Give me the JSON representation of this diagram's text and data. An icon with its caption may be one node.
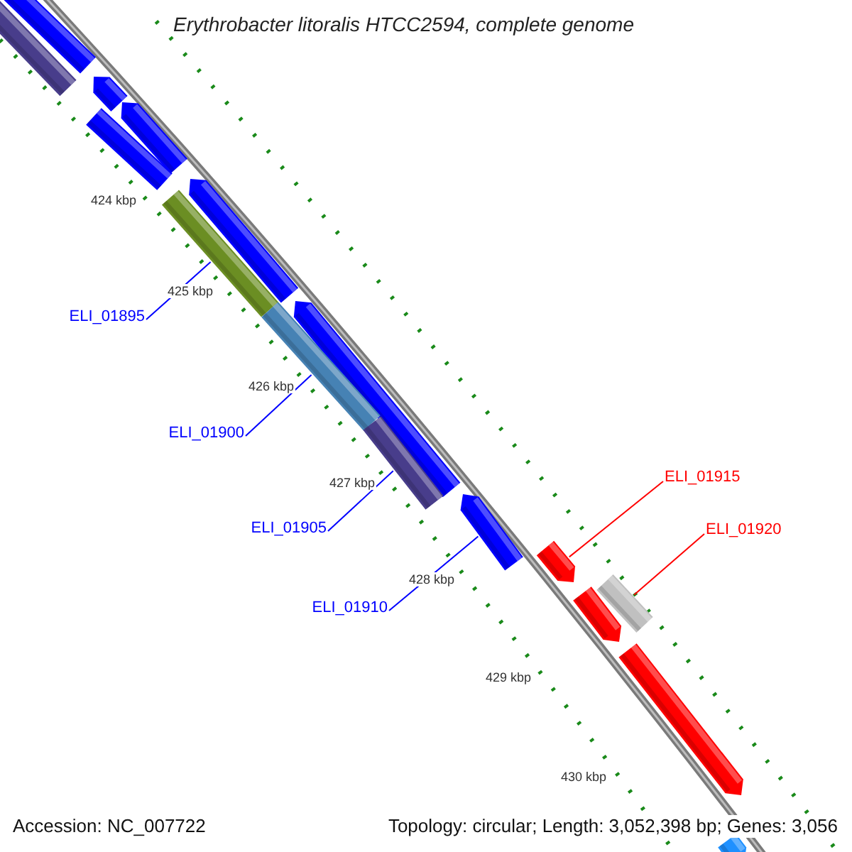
{
  "diagram": {
    "title": "Erythrobacter litoralis HTCC2594, complete genome",
    "nodes": [
      {
        "text": [],
        "shape": "bar"
      },
      {
        "text": [],
        "shape": "bar"
      },
      {
        "text": [],
        "shape": "bar"
      },
      {
        "text": [],
        "shape": "bar"
      },
      {
        "text": [],
        "shape": "bar"
      },
      {
        "text": [],
        "shape": "bar"
      },
      {
        "text": [],
        "shape": "bar"
      },
      {
        "text": [],
        "shape": "bar"
      },
      {
        "text": [],
        "shape": "bar"
      },
      {
        "text": [],
        "shape": "bar"
      },
      {
        "text": [],
        "shape": "bar"
      },
      {
        "text": [],
        "shape": "bar"
      },
      {
        "text": [],
        "shape": "bar"
      },
      {
        "text": [],
        "shape": "bar"
      },
      {
        "text": [],
        "shape": "bar"
      },
      {
        "text": [],
        "shape": "bar"
      },
      {
        "text": [
          "ELI_01895"
        ]
      },
      {
        "text": [
          "ELI_01900"
        ]
      },
      {
        "text": [
          "ELI_01905"
        ]
      },
      {
        "text": [
          "ELI_01910"
        ]
      },
      {
        "text": [
          "ELI_01915"
        ]
      },
      {
        "text": [
          "ELI_01920"
        ]
      }
    ],
    "edges": [
      {
        "from": 16,
        "to": 6,
        "arrow": "none"
      },
      {
        "from": 17,
        "to": 8,
        "arrow": "none"
      },
      {
        "from": 18,
        "to": 9,
        "arrow": "none"
      },
      {
        "from": 19,
        "to": 10,
        "arrow": "none"
      },
      {
        "from": 20,
        "to": 11,
        "arrow": "none",
        "color": "#ff0000"
      },
      {
        "from": 21,
        "to": 13,
        "arrow": "none",
        "color": "#ff0000"
      }
    ],
    "labels": [
      "424 kbp",
      "425 kbp",
      "426 kbp",
      "427 kbp",
      "428 kbp",
      "429 kbp",
      "430 kbp",
      "Accession: NC_007722",
      "Topology: circular; Length: 3,052,398 bp; Genes: 3,056"
    ]
  }
}
